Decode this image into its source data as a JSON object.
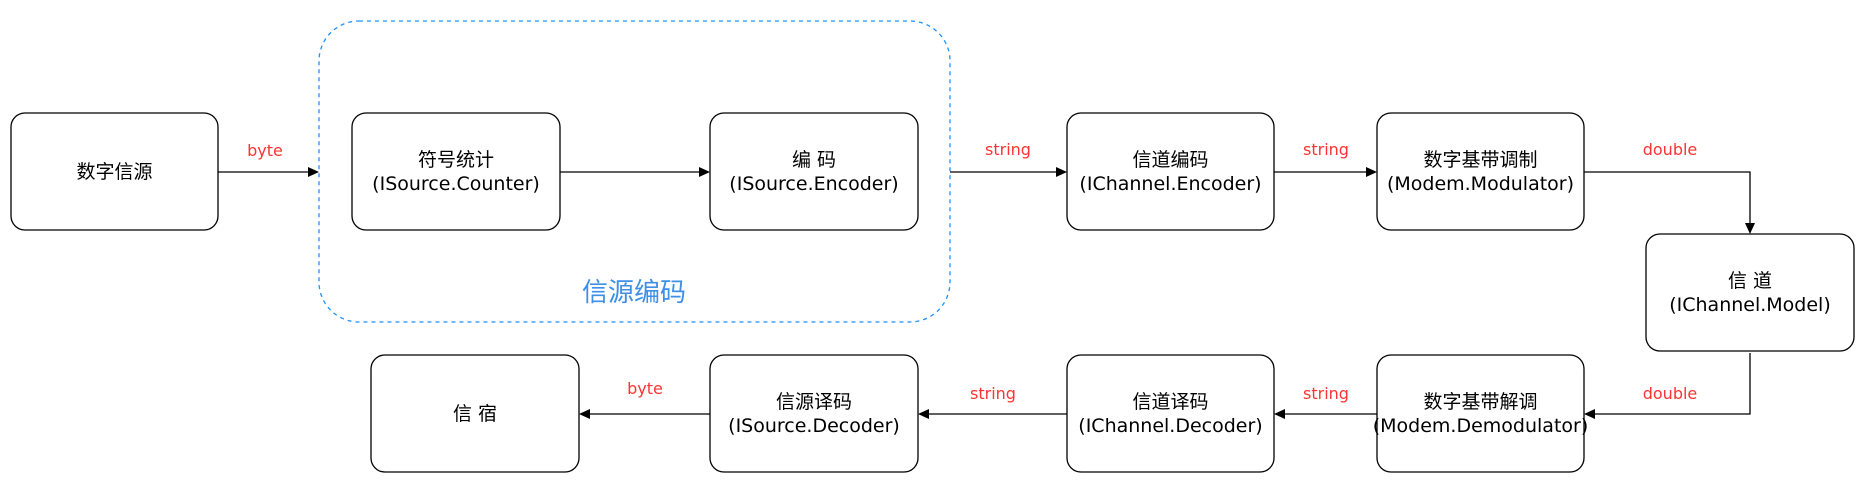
{
  "colors": {
    "edge_label": "#ff3333",
    "group_border": "#1e90ff",
    "group_label": "#3d8fe8",
    "node_border": "#000000"
  },
  "group": {
    "label": "信源编码"
  },
  "nodes": {
    "source": {
      "line1": "数字信源",
      "line2": ""
    },
    "counter": {
      "line1": "符号统计",
      "line2": "(ISource.Counter)"
    },
    "src_encoder": {
      "line1": "编 码",
      "line2": "(ISource.Encoder)"
    },
    "ch_encoder": {
      "line1": "信道编码",
      "line2": "(IChannel.Encoder)"
    },
    "modulator": {
      "line1": "数字基带调制",
      "line2": "(Modem.Modulator)"
    },
    "channel": {
      "line1": "信 道",
      "line2": "(IChannel.Model)"
    },
    "demodulator": {
      "line1": "数字基带解调",
      "line2": "(Modem.Demodulator)"
    },
    "ch_decoder": {
      "line1": "信道译码",
      "line2": "(IChannel.Decoder)"
    },
    "src_decoder": {
      "line1": "信源译码",
      "line2": "(ISource.Decoder)"
    },
    "sink": {
      "line1": "信 宿",
      "line2": ""
    }
  },
  "edges": {
    "source_to_group": {
      "label": "byte"
    },
    "counter_to_encoder": {
      "label": ""
    },
    "group_to_ch_encoder": {
      "label": "string"
    },
    "ch_encoder_to_modulator": {
      "label": "string"
    },
    "modulator_to_channel": {
      "label": "double"
    },
    "channel_to_demodulator": {
      "label": "double"
    },
    "demodulator_to_ch_decoder": {
      "label": "string"
    },
    "ch_decoder_to_src_decoder": {
      "label": "string"
    },
    "src_decoder_to_sink": {
      "label": "byte"
    }
  }
}
